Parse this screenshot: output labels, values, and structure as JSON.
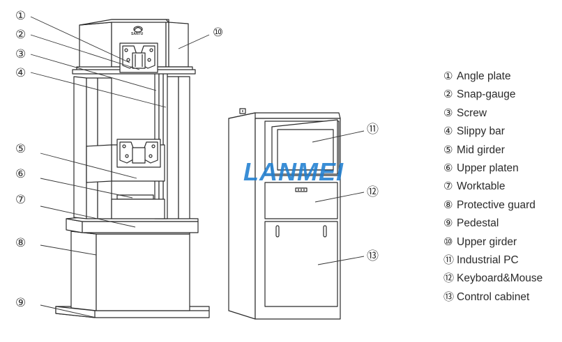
{
  "callouts": [
    "①",
    "②",
    "③",
    "④",
    "⑤",
    "⑥",
    "⑦",
    "⑧",
    "⑨",
    "⑩",
    "⑪",
    "⑫",
    "⑬"
  ],
  "legend": [
    {
      "num": "①",
      "label": "Angle plate"
    },
    {
      "num": "②",
      "label": "Snap-gauge"
    },
    {
      "num": "③",
      "label": "Screw"
    },
    {
      "num": "④",
      "label": "Slippy bar"
    },
    {
      "num": "⑤",
      "label": "Mid girder"
    },
    {
      "num": "⑥",
      "label": "Upper platen"
    },
    {
      "num": "⑦",
      "label": "Worktable"
    },
    {
      "num": "⑧",
      "label": "Protective guard"
    },
    {
      "num": "⑨",
      "label": "Pedestal"
    },
    {
      "num": "⑩",
      "label": "Upper girder"
    },
    {
      "num": "⑪",
      "label": "Industrial PC"
    },
    {
      "num": "⑫",
      "label": "Keyboard&Mouse"
    },
    {
      "num": "⑬",
      "label": "Control cabinet"
    }
  ],
  "watermark": "LANMEI",
  "machine_logo_text": "SANTU",
  "colors": {
    "line": "#2b2b2b",
    "fill": "#ffffff",
    "watermark": "#1f7fd1"
  }
}
